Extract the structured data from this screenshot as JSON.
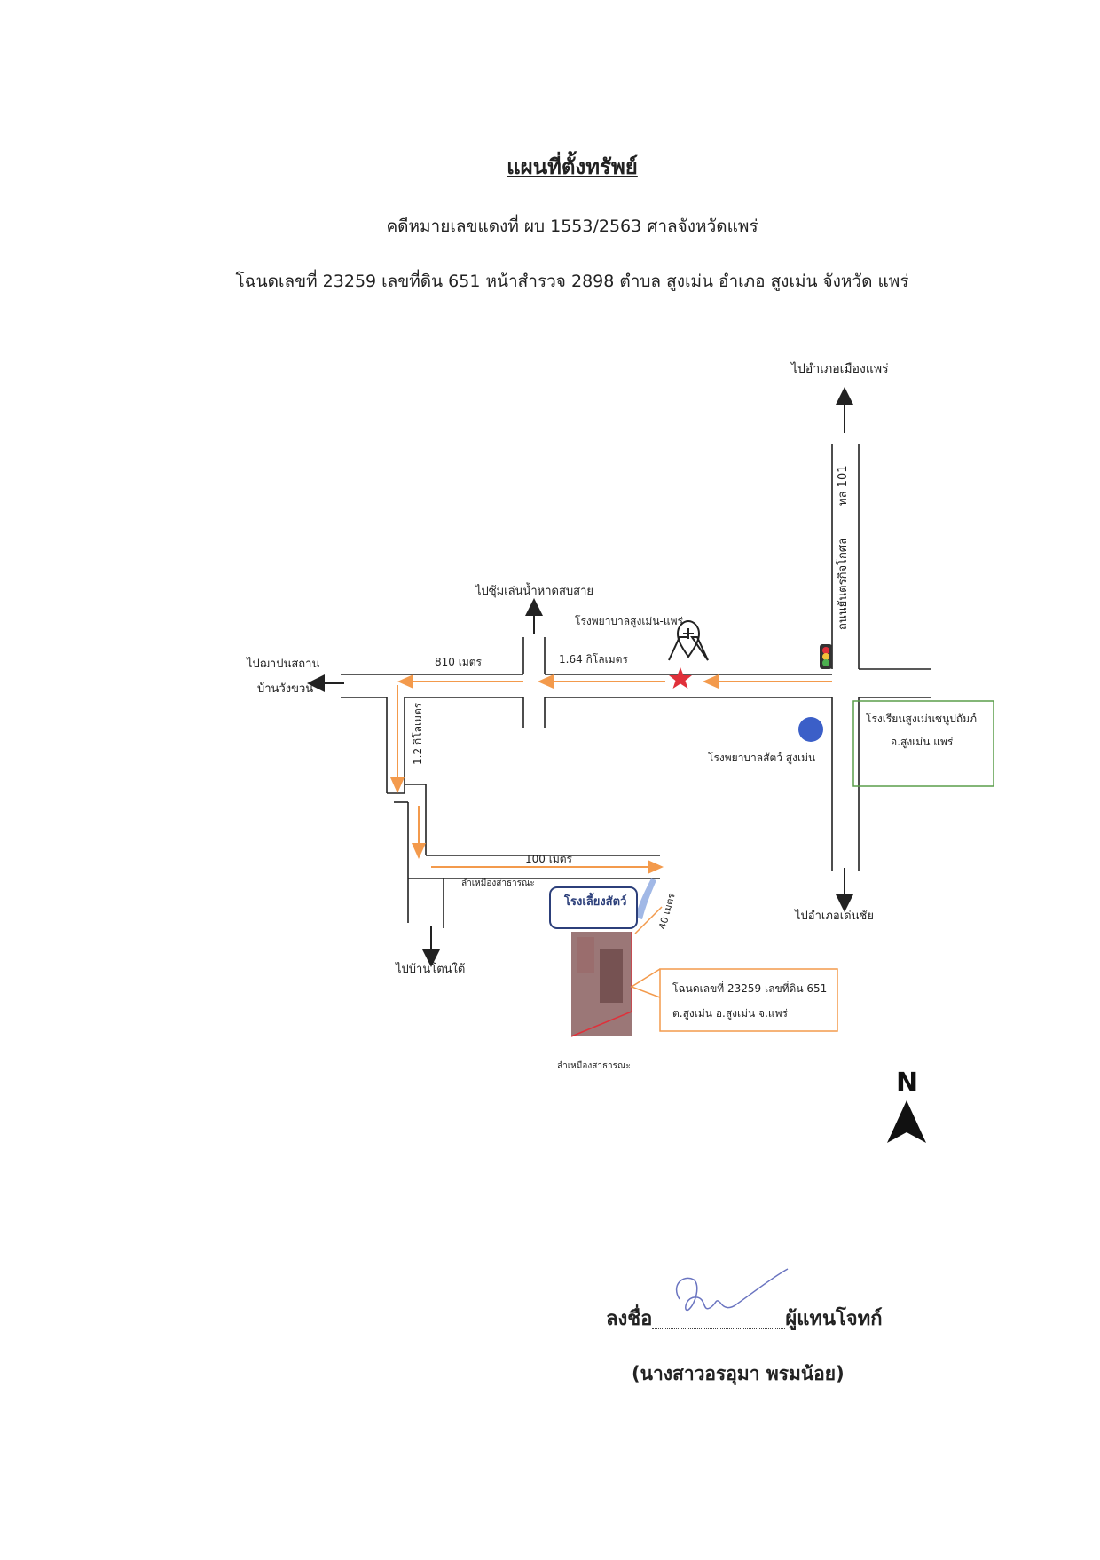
{
  "document": {
    "title": "แผนที่ตั้งทรัพย์",
    "case_line": "คดีหมายเลขแดงที่  ผบ 1553/2563  ศาลจังหวัดแพร่",
    "deed_line": "โฉนดเลขที่ 23259 เลขที่ดิน 651 หน้าสำรวจ 2898 ตำบล สูงเม่น อำเภอ สูงเม่น จังหวัด แพร่"
  },
  "map": {
    "labels": {
      "to_mueang_phrae": "ไปอำเภอเมืองแพร่",
      "hwy_101": "ทล 101",
      "road_name": "ถนนยันตรกิจโกศล",
      "to_reservoir": "ไปซุ้มเล่นน้ำหาดสบสาย",
      "hospital": "โรงพยาบาลสูงเม่น-แพร่",
      "to_forest_park": "ไปฌาปนสถาน",
      "ban_wang_khuan": "บ้านวังขวน",
      "dist_810": "810 เมตร",
      "dist_164": "1.64 กิโลเมตร",
      "dist_12": "1.2 กิโลเมตร",
      "school_1": "โรงเรียนสูงเม่นชนูปถัมภ์",
      "school_2": "อ.สูงเม่น แพร่",
      "vet_hospital": "โรงพยาบาลสัตว์ สูงเม่น",
      "dist_100": "100 เมตร",
      "canal_top": "ลำเหมืองสาธารณะ",
      "dist_40": "40 เมตร",
      "barn": "โรงเลี้ยงสัตว์",
      "to_den_chai": "ไปอำเภอเด่นชัย",
      "to_ban_don_tai": "ไปบ้านโตนใต้",
      "deed_callout_1": "โฉนดเลขที่ 23259 เลขที่ดิน 651",
      "deed_callout_2": "ต.สูงเม่น อ.สูงเม่น จ.แพร่",
      "canal_bottom": "ลำเหมืองสาธารณะ",
      "north": "N"
    },
    "colors": {
      "road": "#222222",
      "route": "#f39a4c",
      "school_box": "#5a9e4a",
      "callout_box": "#f39a4c",
      "star": "#e0303a",
      "vet_dot": "#3b5fc8",
      "barn_border": "#2c3f7a",
      "stream": "#8aa6e0",
      "parcel": "#7a4a4a"
    }
  },
  "signature": {
    "sign_label": "ลงชื่อ",
    "role": "ผู้แทนโจทก์",
    "name": "(นางสาวอรอุมา พรมน้อย)"
  }
}
